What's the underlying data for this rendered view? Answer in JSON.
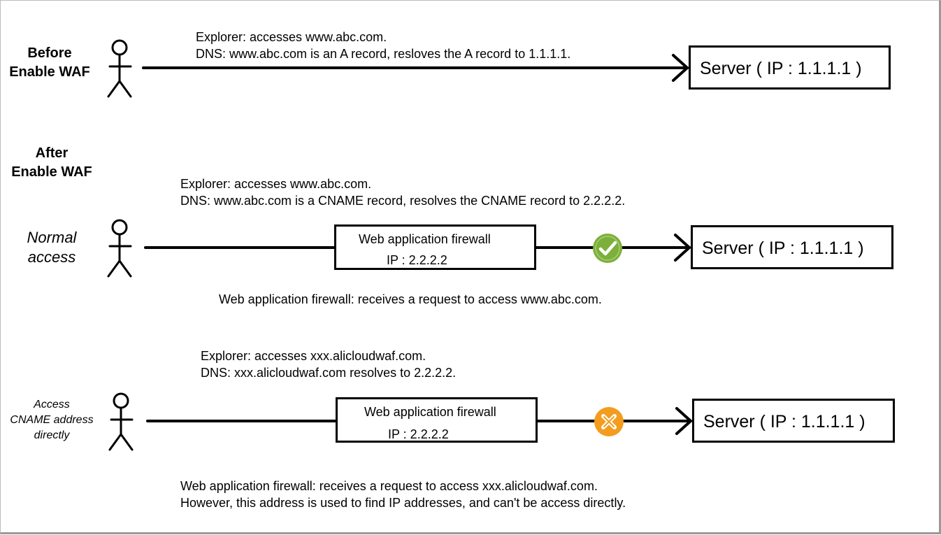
{
  "before": {
    "heading_line1": "Before",
    "heading_line2": "Enable WAF",
    "note_line1": "Explorer: accesses www.abc.com.",
    "note_line2": "DNS: www.abc.com is an A record, resloves the A record to 1.1.1.1.",
    "server_label": "Server ( IP : 1.1.1.1 )"
  },
  "after": {
    "heading_line1": "After",
    "heading_line2": "Enable WAF"
  },
  "normal": {
    "label_line1": "Normal",
    "label_line2": "access",
    "note_line1": "Explorer: accesses www.abc.com.",
    "note_line2": "DNS: www.abc.com is a CNAME record, resolves the CNAME record to 2.2.2.2.",
    "waf_title": "Web application firewall",
    "waf_ip": "IP : 2.2.2.2",
    "server_label": "Server ( IP : 1.1.1.1 )",
    "waf_note": "Web application firewall: receives a request to access www.abc.com.",
    "status_icon": "check-icon",
    "status_color": "#7cb03a"
  },
  "direct": {
    "label_line1": "Access",
    "label_line2": "CNAME address",
    "label_line3": "directly",
    "note_line1": "Explorer: accesses xxx.alicloudwaf.com.",
    "note_line2": "DNS: xxx.alicloudwaf.com resolves to 2.2.2.2.",
    "waf_title": "Web application firewall",
    "waf_ip": "IP : 2.2.2.2",
    "server_label": "Server ( IP : 1.1.1.1 )",
    "waf_note_line1": "Web application firewall: receives a request to access xxx.alicloudwaf.com.",
    "waf_note_line2": "However, this address is used to find IP addresses, and can't be access directly.",
    "status_icon": "cross-icon",
    "status_color": "#f39c1e"
  }
}
